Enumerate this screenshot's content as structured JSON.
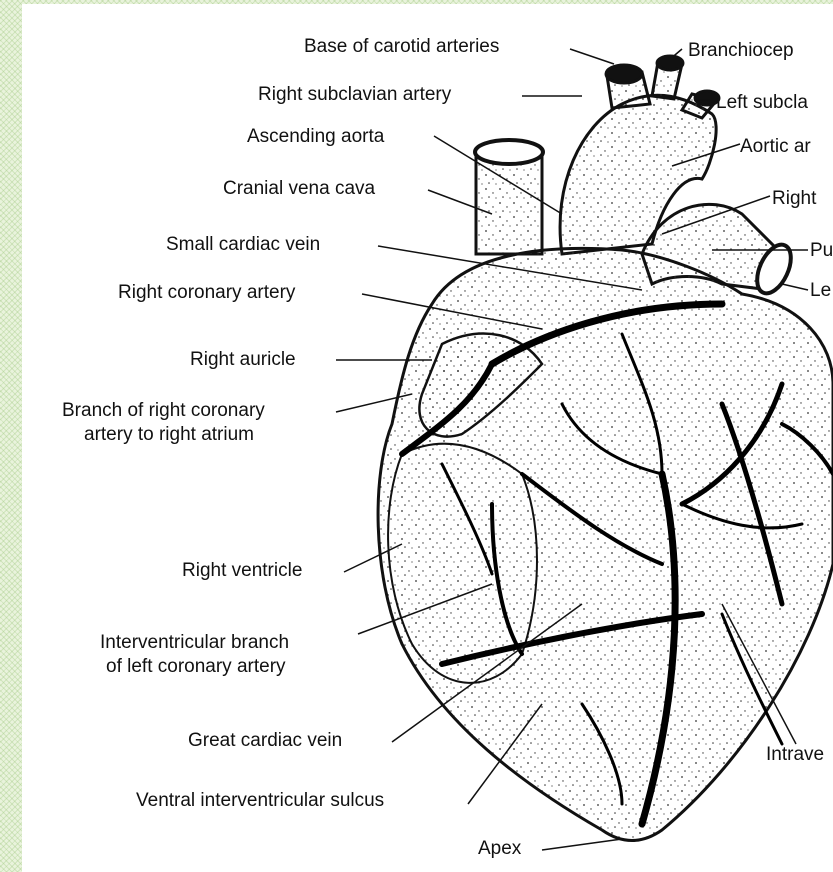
{
  "labels": {
    "base_carotid": "Base of carotid arteries",
    "right_subclavian": "Right subclavian artery",
    "ascending_aorta": "Ascending aorta",
    "cranial_vena_cava": "Cranial vena cava",
    "small_cardiac_vein": "Small cardiac vein",
    "right_coronary": "Right coronary artery",
    "right_auricle": "Right auricle",
    "branch_rca_line1": "Branch of right coronary",
    "branch_rca_line2": "artery to right atrium",
    "right_ventricle": "Right ventricle",
    "interventricular_line1": "Interventricular branch",
    "interventricular_line2": "of left coronary artery",
    "great_cardiac_vein": "Great cardiac vein",
    "ventral_sulcus": "Ventral interventricular sulcus",
    "apex": "Apex",
    "brachiocephalic": "Branchiocep",
    "left_subclavian": "Left subcla",
    "aortic_arch": "Aortic ar",
    "right_partial": "Right",
    "pulmonary_partial": "Pu",
    "left_partial": "Le",
    "intraventricular_partial": "Intrave"
  }
}
